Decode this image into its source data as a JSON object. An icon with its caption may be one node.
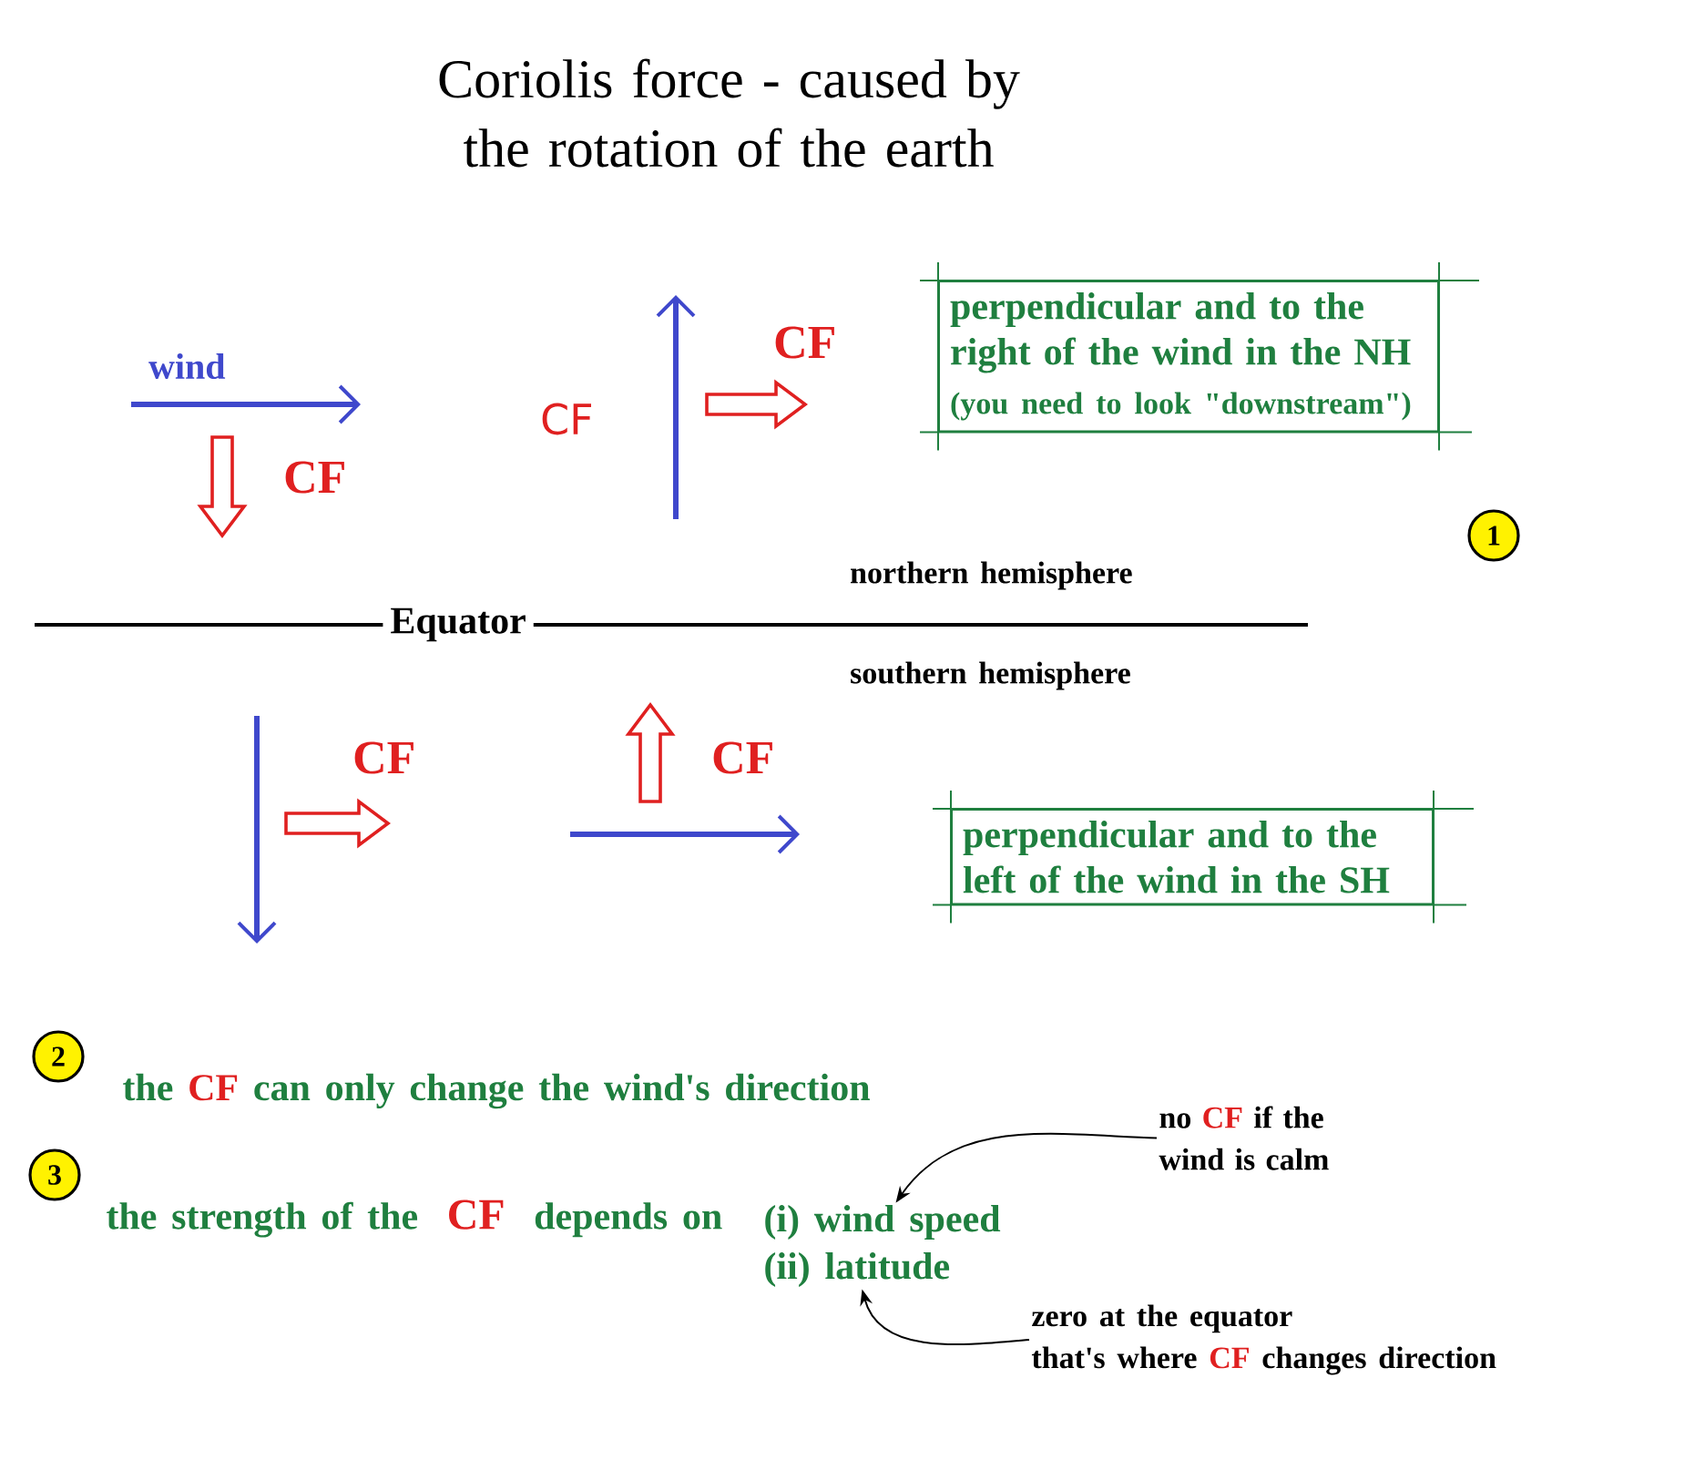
{
  "diagram": {
    "title": "Coriolis force - caused by the rotation of the earth",
    "nodes": [
      {
        "text": [
          "perpendicular and to the right of the wind in the NH",
          "(you need to look \"downstream\")"
        ]
      },
      {
        "text": [
          "perpendicular and to the left of the wind in the SH"
        ]
      },
      {
        "text": [
          "1"
        ]
      },
      {
        "text": [
          "2"
        ]
      },
      {
        "text": [
          "3"
        ]
      },
      {
        "text": [
          "(i) wind speed"
        ]
      },
      {
        "text": [
          "(ii) latitude"
        ]
      },
      {
        "text": [
          "no",
          "CF",
          "if the wind is calm"
        ]
      },
      {
        "text": [
          "zero at the equator",
          "that's where",
          "CF",
          "changes direction"
        ]
      }
    ],
    "edges": [
      {
        "from": 7,
        "to": 5,
        "arrow": "to"
      },
      {
        "from": 8,
        "to": 6,
        "arrow": "to"
      }
    ],
    "labels": [
      "wind",
      "CF",
      "CF",
      "CF",
      "northern hemisphere",
      "Equator",
      "southern hemisphere",
      "CF",
      "CF",
      "the",
      "CF",
      "can only change the wind's direction",
      "the strength of the",
      "CF",
      "depends on"
    ]
  }
}
